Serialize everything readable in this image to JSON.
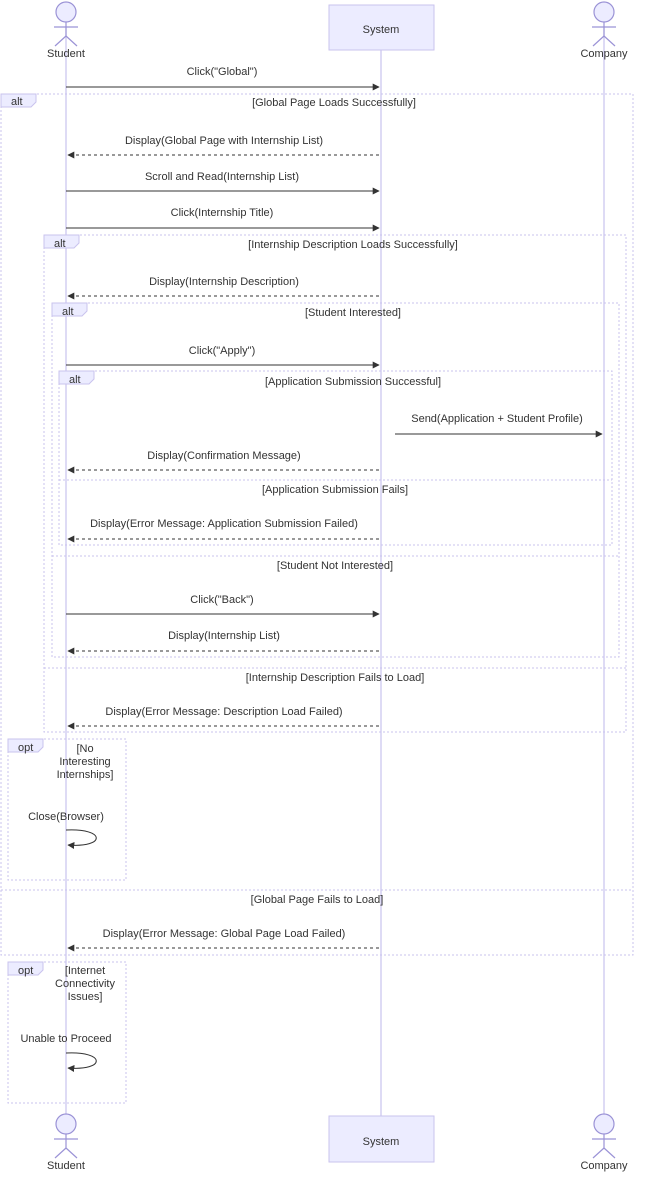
{
  "participants": {
    "student": "Student",
    "system": "System",
    "company": "Company"
  },
  "fragments": {
    "alt_global": {
      "keyword": "alt",
      "condition": "[Global Page Loads Successfully]",
      "else_condition": "[Global Page Fails to Load]"
    },
    "alt_description": {
      "keyword": "alt",
      "condition": "[Internship Description Loads Successfully]",
      "else_condition": "[Internship Description Fails to Load]"
    },
    "alt_interest": {
      "keyword": "alt",
      "condition": "[Student Interested]",
      "else_condition": "[Student Not Interested]"
    },
    "alt_application": {
      "keyword": "alt",
      "condition": "[Application Submission Successful]",
      "else_condition": "[Application Submission Fails]"
    },
    "opt_no_interest": {
      "keyword": "opt",
      "condition_lines": [
        "[No",
        "Interesting",
        "Internships]"
      ]
    },
    "opt_connectivity": {
      "keyword": "opt",
      "condition_lines": [
        "[Internet",
        "Connectivity",
        "Issues]"
      ]
    }
  },
  "messages": [
    {
      "id": "m1",
      "text": "Click(\"Global\")",
      "from": "Student",
      "to": "System",
      "style": "solid"
    },
    {
      "id": "m2",
      "text": "Display(Global Page with Internship List)",
      "from": "System",
      "to": "Student",
      "style": "dotted"
    },
    {
      "id": "m3",
      "text": "Scroll and Read(Internship List)",
      "from": "Student",
      "to": "System",
      "style": "solid"
    },
    {
      "id": "m4",
      "text": "Click(Internship Title)",
      "from": "Student",
      "to": "System",
      "style": "solid"
    },
    {
      "id": "m5",
      "text": "Display(Internship Description)",
      "from": "System",
      "to": "Student",
      "style": "dotted"
    },
    {
      "id": "m6",
      "text": "Click(\"Apply\")",
      "from": "Student",
      "to": "System",
      "style": "solid"
    },
    {
      "id": "m7",
      "text": "Send(Application + Student Profile)",
      "from": "System",
      "to": "Company",
      "style": "solid"
    },
    {
      "id": "m8",
      "text": "Display(Confirmation Message)",
      "from": "System",
      "to": "Student",
      "style": "dotted"
    },
    {
      "id": "m9",
      "text": "Display(Error Message: Application Submission Failed)",
      "from": "System",
      "to": "Student",
      "style": "dotted"
    },
    {
      "id": "m10",
      "text": "Click(\"Back\")",
      "from": "Student",
      "to": "System",
      "style": "solid"
    },
    {
      "id": "m11",
      "text": "Display(Internship List)",
      "from": "System",
      "to": "Student",
      "style": "dotted"
    },
    {
      "id": "m12",
      "text": "Display(Error Message: Description Load Failed)",
      "from": "System",
      "to": "Student",
      "style": "dotted"
    },
    {
      "id": "m13",
      "text": "Close(Browser)",
      "from": "Student",
      "to": "Student",
      "style": "solid"
    },
    {
      "id": "m14",
      "text": "Display(Error Message: Global Page Load Failed)",
      "from": "System",
      "to": "Student",
      "style": "dotted"
    },
    {
      "id": "m15",
      "text": "Unable to Proceed",
      "from": "Student",
      "to": "Student",
      "style": "solid"
    }
  ]
}
